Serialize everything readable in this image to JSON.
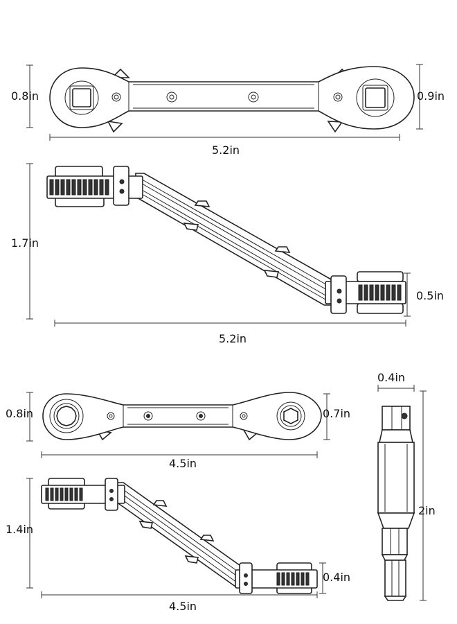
{
  "labels": {
    "w1_height_left": "0.8in",
    "w1_height_right": "0.9in",
    "w1_length": "5.2in",
    "w2_height": "1.7in",
    "w2_offset": "0.5in",
    "w2_length": "5.2in",
    "w3_height_left": "0.8in",
    "w3_height_right": "0.7in",
    "w3_length": "4.5in",
    "w4_height": "1.4in",
    "w4_offset": "0.4in",
    "w4_length": "4.5in",
    "adapter_width": "0.4in",
    "adapter_length": "2in"
  }
}
